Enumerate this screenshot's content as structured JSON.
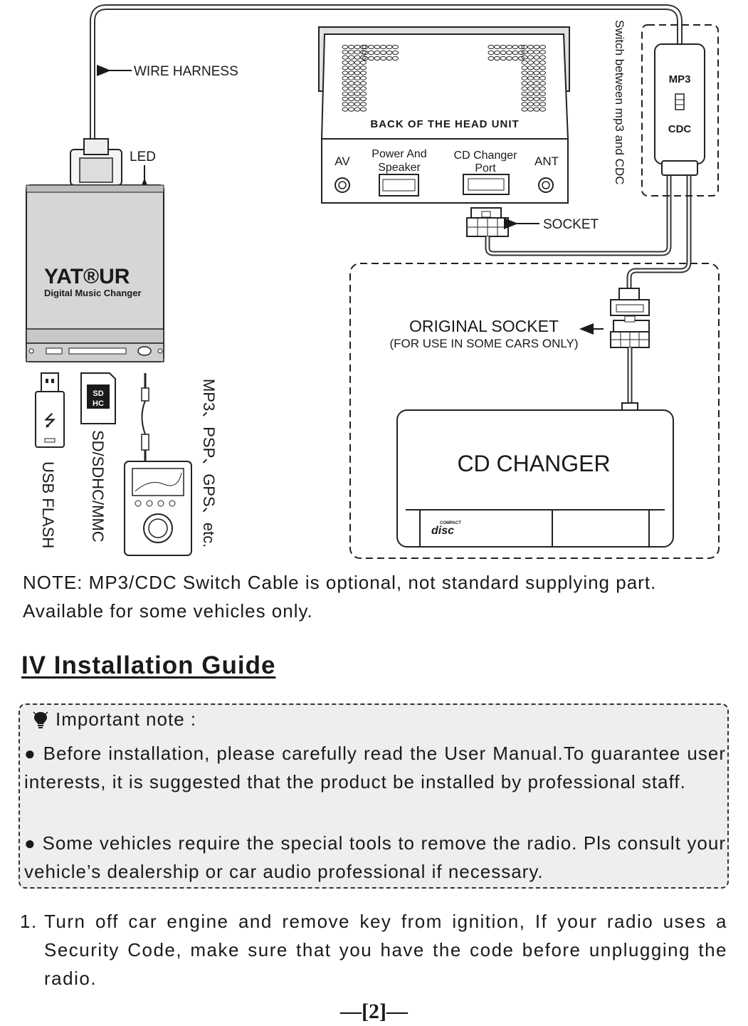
{
  "diagram": {
    "wire_harness_label": "WIRE HARNESS",
    "led_label": "LED",
    "brand_name": "YAT®UR",
    "brand_subtitle": "Digital Music Changer",
    "head_unit_label": "BACK OF THE HEAD UNIT",
    "port_av": "AV",
    "port_power_line1": "Power And",
    "port_power_line2": "Speaker",
    "port_cdc_line1": "CD Changer",
    "port_cdc_line2": "Port",
    "port_ant": "ANT",
    "socket_label": "SOCKET",
    "switch_label": "Switch between mp3 and CDC",
    "switch_top": "MP3",
    "switch_bottom": "CDC",
    "original_socket_label": "ORIGINAL SOCKET",
    "original_socket_note": "(FOR USE IN SOME CARS ONLY)",
    "cd_changer_label": "CD CHANGER",
    "disc_logo_small": "COMPACT",
    "disc_logo": "disc",
    "usb_label": "USB FLASH",
    "sd_label": "SD/SDHC/MMC",
    "mp3_label": "MP3、PSP、GPS、etc."
  },
  "note_line1": "NOTE: MP3/CDC Switch Cable is optional, not standard supplying part.",
  "note_line2": "Available for some vehicles only.",
  "section_title": "IV Installation Guide",
  "important_heading": "Important note :",
  "important_items": [
    "● Before installation, please carefully read the User Manual.To guarantee user interests, it is suggested that the product be installed by professional staff.",
    "● Some vehicles require the special tools to remove the radio. Pls consult your vehicle’s dealership or car audio professional if necessary."
  ],
  "step1_num": "1.",
  "step1_text": "Turn off car engine and remove key from ignition, If your radio uses a Security Code, make sure that you have the code before unplugging the radio.",
  "page_number": "—[2]—"
}
